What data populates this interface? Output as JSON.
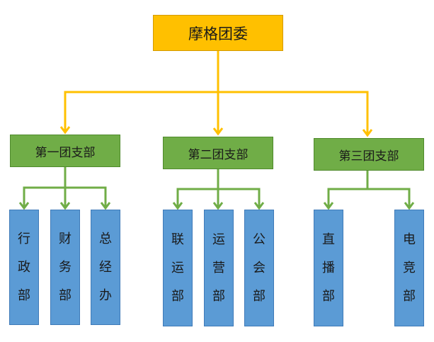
{
  "root": {
    "label": "摩格团委"
  },
  "branches": [
    {
      "label": "第一团支部",
      "departments": [
        {
          "label": "行政部",
          "lines": [
            "行",
            "政",
            "部"
          ]
        },
        {
          "label": "财务部",
          "lines": [
            "财",
            "务",
            "部"
          ]
        },
        {
          "label": "总经办",
          "lines": [
            "总",
            "经",
            "办"
          ]
        }
      ]
    },
    {
      "label": "第二团支部",
      "departments": [
        {
          "label": "联运部",
          "lines": [
            "联",
            "运",
            "部"
          ]
        },
        {
          "label": "运营部",
          "lines": [
            "运",
            "营",
            "部"
          ]
        },
        {
          "label": "公会部",
          "lines": [
            "公",
            "会",
            "部"
          ]
        }
      ]
    },
    {
      "label": "第三团支部",
      "departments": [
        {
          "label": "直播部",
          "lines": [
            "直",
            "播",
            "部"
          ]
        },
        {
          "label": "电竞部",
          "lines": [
            "电",
            "竞",
            "部"
          ]
        }
      ]
    }
  ],
  "colors": {
    "root_fill": "#ffc000",
    "branch_fill": "#70ad47",
    "dept_fill": "#5b9bd5",
    "root_connector": "#ffc000",
    "branch_connector": "#70ad47"
  }
}
